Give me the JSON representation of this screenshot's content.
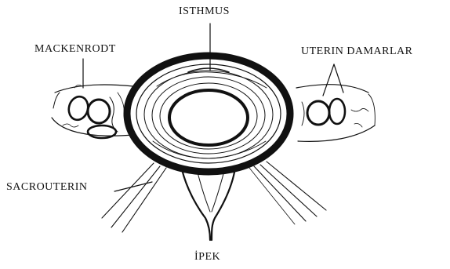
{
  "labels": {
    "isthmus": "ISTHMUS",
    "mackenrodt": "MACKENRODT",
    "uterin_damarlar": "UTERIN DAMARLAR",
    "sacrouterin": "SACROUTERIN",
    "ipek": "İPEK"
  },
  "colors": {
    "ink": "#111111",
    "paper": "#ffffff"
  }
}
